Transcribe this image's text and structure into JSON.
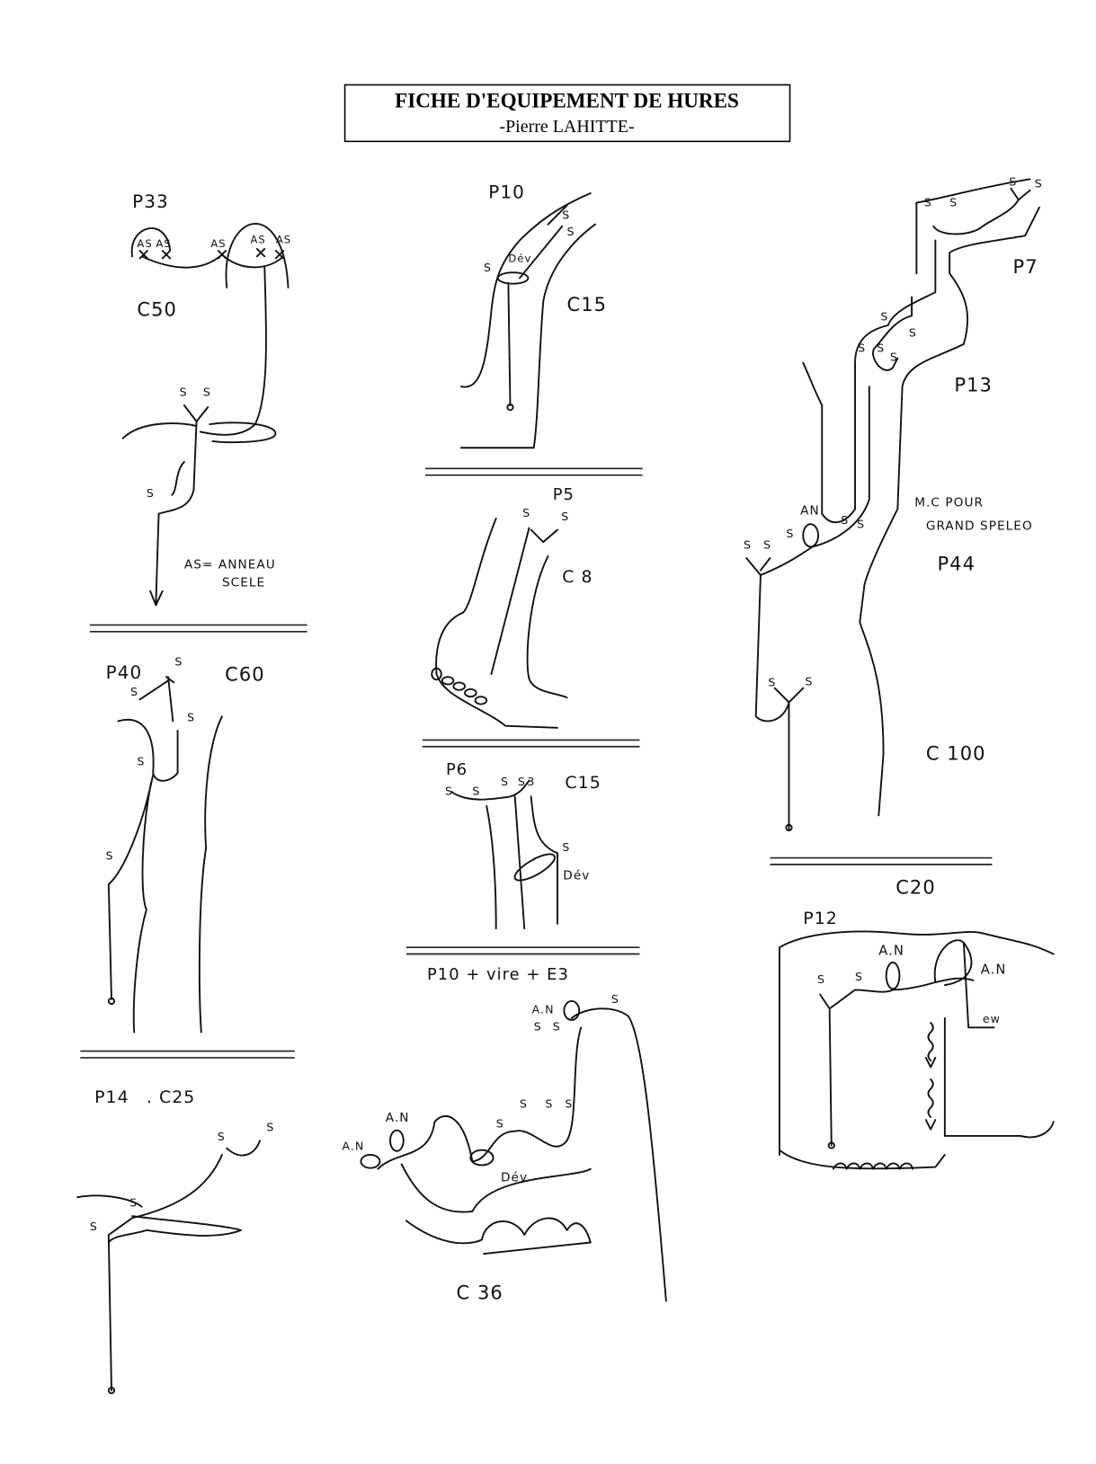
{
  "header": {
    "title": "FICHE D'EQUIPEMENT DE HURES",
    "subtitle": "-Pierre LAHITTE-"
  },
  "sections": {
    "p33": {
      "labels": [
        "P33",
        "AS",
        "AS",
        "AS",
        "AS",
        "AS",
        "C50",
        "S",
        "S",
        "S",
        "AS= ANNEAU",
        "SCELE"
      ]
    },
    "p40": {
      "labels": [
        "P40",
        "S",
        "S",
        "S",
        "S",
        "S",
        "C60"
      ]
    },
    "p14": {
      "labels": [
        "P14",
        ". C25",
        "S",
        "S",
        "S",
        "S"
      ]
    },
    "p10a": {
      "labels": [
        "P10",
        "S",
        "S",
        "Dév",
        "S",
        "C15"
      ]
    },
    "p5": {
      "labels": [
        "P5",
        "S",
        "S",
        "C 8"
      ]
    },
    "p6": {
      "labels": [
        "P6",
        "S",
        "S",
        "S",
        "S",
        "3",
        "C15",
        "S",
        "Dév"
      ]
    },
    "p10b": {
      "labels": [
        "P10 + vire + E3",
        "A.N",
        "S",
        "S",
        "S",
        "A.N",
        "A.N",
        "S",
        "S",
        "S",
        "S",
        "Dév.",
        "C 36"
      ]
    },
    "p7": {
      "labels": [
        "S",
        "S",
        "S",
        "S",
        "P7",
        "S",
        "S",
        "S",
        "S",
        "S",
        "P13",
        "AN",
        "S",
        "S",
        "S",
        "S",
        "S",
        "M.C POUR",
        "GRAND SPELEO",
        "P44",
        "S",
        "S",
        "C 100"
      ]
    },
    "p12": {
      "labels": [
        "C20",
        "P12",
        "A.N",
        "S",
        "S",
        "A.N",
        "ew"
      ]
    }
  }
}
